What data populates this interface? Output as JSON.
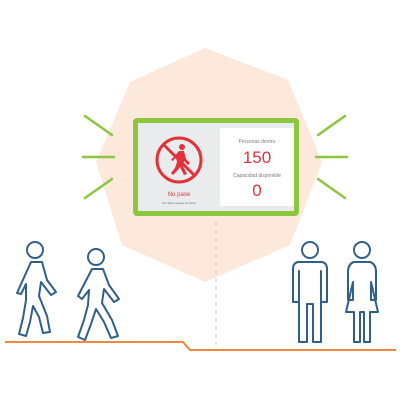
{
  "colors": {
    "hexagon": "#fde8dc",
    "frame": "#8cc63f",
    "rays": "#8cc63f",
    "alert": "#e1323b",
    "figures": "#2f5f8a",
    "ground": "#ef8a3c"
  },
  "icons": {
    "no_entry": "no-pedestrian-icon"
  },
  "display": {
    "status_label": "No pase",
    "status_subtext": "Por favor espere su turno",
    "people_inside_label": "Personas dentro",
    "people_inside_count": "150",
    "capacity_label": "Capacidad disponible",
    "capacity_count": "0"
  }
}
